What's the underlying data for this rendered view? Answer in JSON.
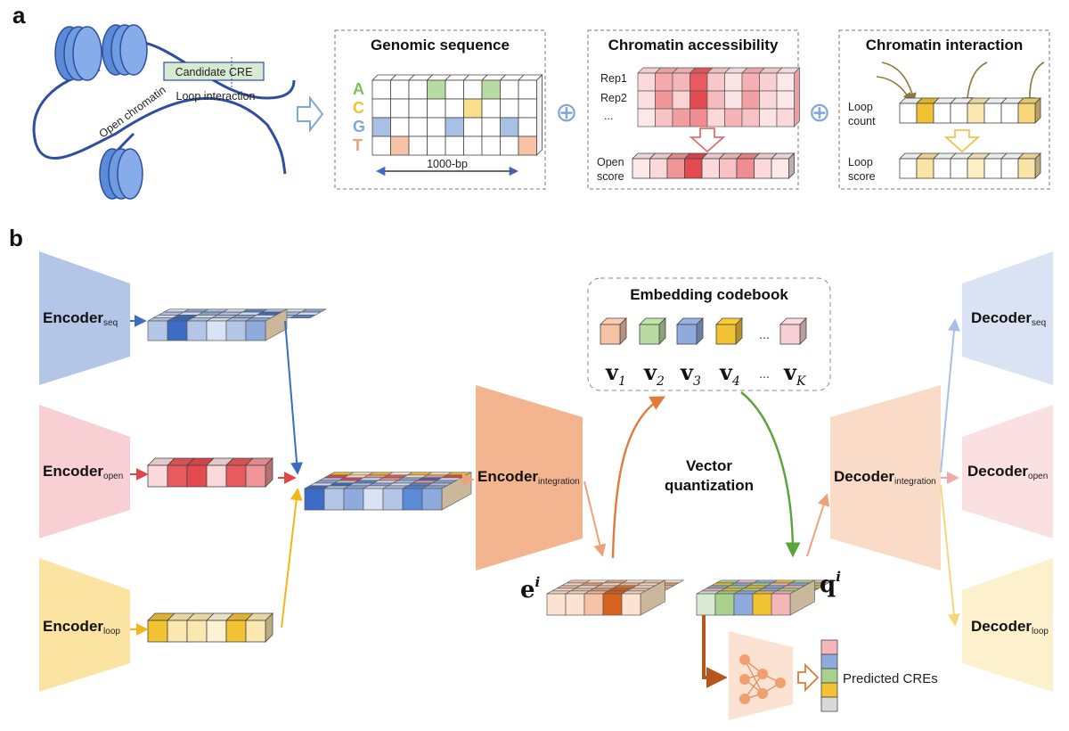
{
  "panels": {
    "a": "a",
    "b": "b"
  },
  "panel_a": {
    "candidate_label": "Candidate CRE",
    "loop_interaction_label": "Loop interaction",
    "open_chromatin_label": "Open chromatin",
    "genomic": {
      "title": "Genomic sequence",
      "bases": [
        "A",
        "C",
        "G",
        "T"
      ],
      "base_colors": [
        "#7dc05a",
        "#f1c232",
        "#7fa7d8",
        "#e9a276"
      ],
      "length_label": "1000-bp"
    },
    "accessibility": {
      "title": "Chromatin accessibility",
      "rows": [
        "Rep1",
        "Rep2",
        "..."
      ],
      "score_label_1": "Open",
      "score_label_2": "score"
    },
    "interaction": {
      "title": "Chromatin interaction",
      "count_label_1": "Loop",
      "count_label_2": "count",
      "score_label_1": "Loop",
      "score_label_2": "score"
    },
    "plus_symbol": "⊕"
  },
  "panel_b": {
    "encoders": [
      {
        "main": "Encoder",
        "sub": "seq"
      },
      {
        "main": "Encoder",
        "sub": "open"
      },
      {
        "main": "Encoder",
        "sub": "loop"
      }
    ],
    "encoder_integration": {
      "main": "Encoder",
      "sub": "integration"
    },
    "decoder_integration": {
      "main": "Decoder",
      "sub": "integration"
    },
    "decoders": [
      {
        "main": "Decoder",
        "sub": "seq"
      },
      {
        "main": "Decoder",
        "sub": "open"
      },
      {
        "main": "Decoder",
        "sub": "loop"
      }
    ],
    "codebook": {
      "title": "Embedding codebook",
      "vectors": [
        {
          "name": "v",
          "sub": "1"
        },
        {
          "name": "v",
          "sub": "2"
        },
        {
          "name": "v",
          "sub": "3"
        },
        {
          "name": "v",
          "sub": "4"
        },
        {
          "name": "v",
          "sub": "K"
        }
      ],
      "ellipsis": "...",
      "ellipsis2": "..."
    },
    "vq_label_1": "Vector",
    "vq_label_2": "quantization",
    "e_symbol": "e",
    "e_sup": "i",
    "q_symbol": "q",
    "q_sup": "i",
    "predicted_label": "Predicted CREs"
  },
  "colors": {
    "seq_blue": "#8faadc",
    "open_red": "#f4a6a6",
    "loop_yellow": "#f7d77a",
    "integration_orange": "#f2b58f",
    "codebook_green": "#a9d18e",
    "arrow_orange": "#e07b39",
    "arrow_green": "#6aa84f"
  }
}
